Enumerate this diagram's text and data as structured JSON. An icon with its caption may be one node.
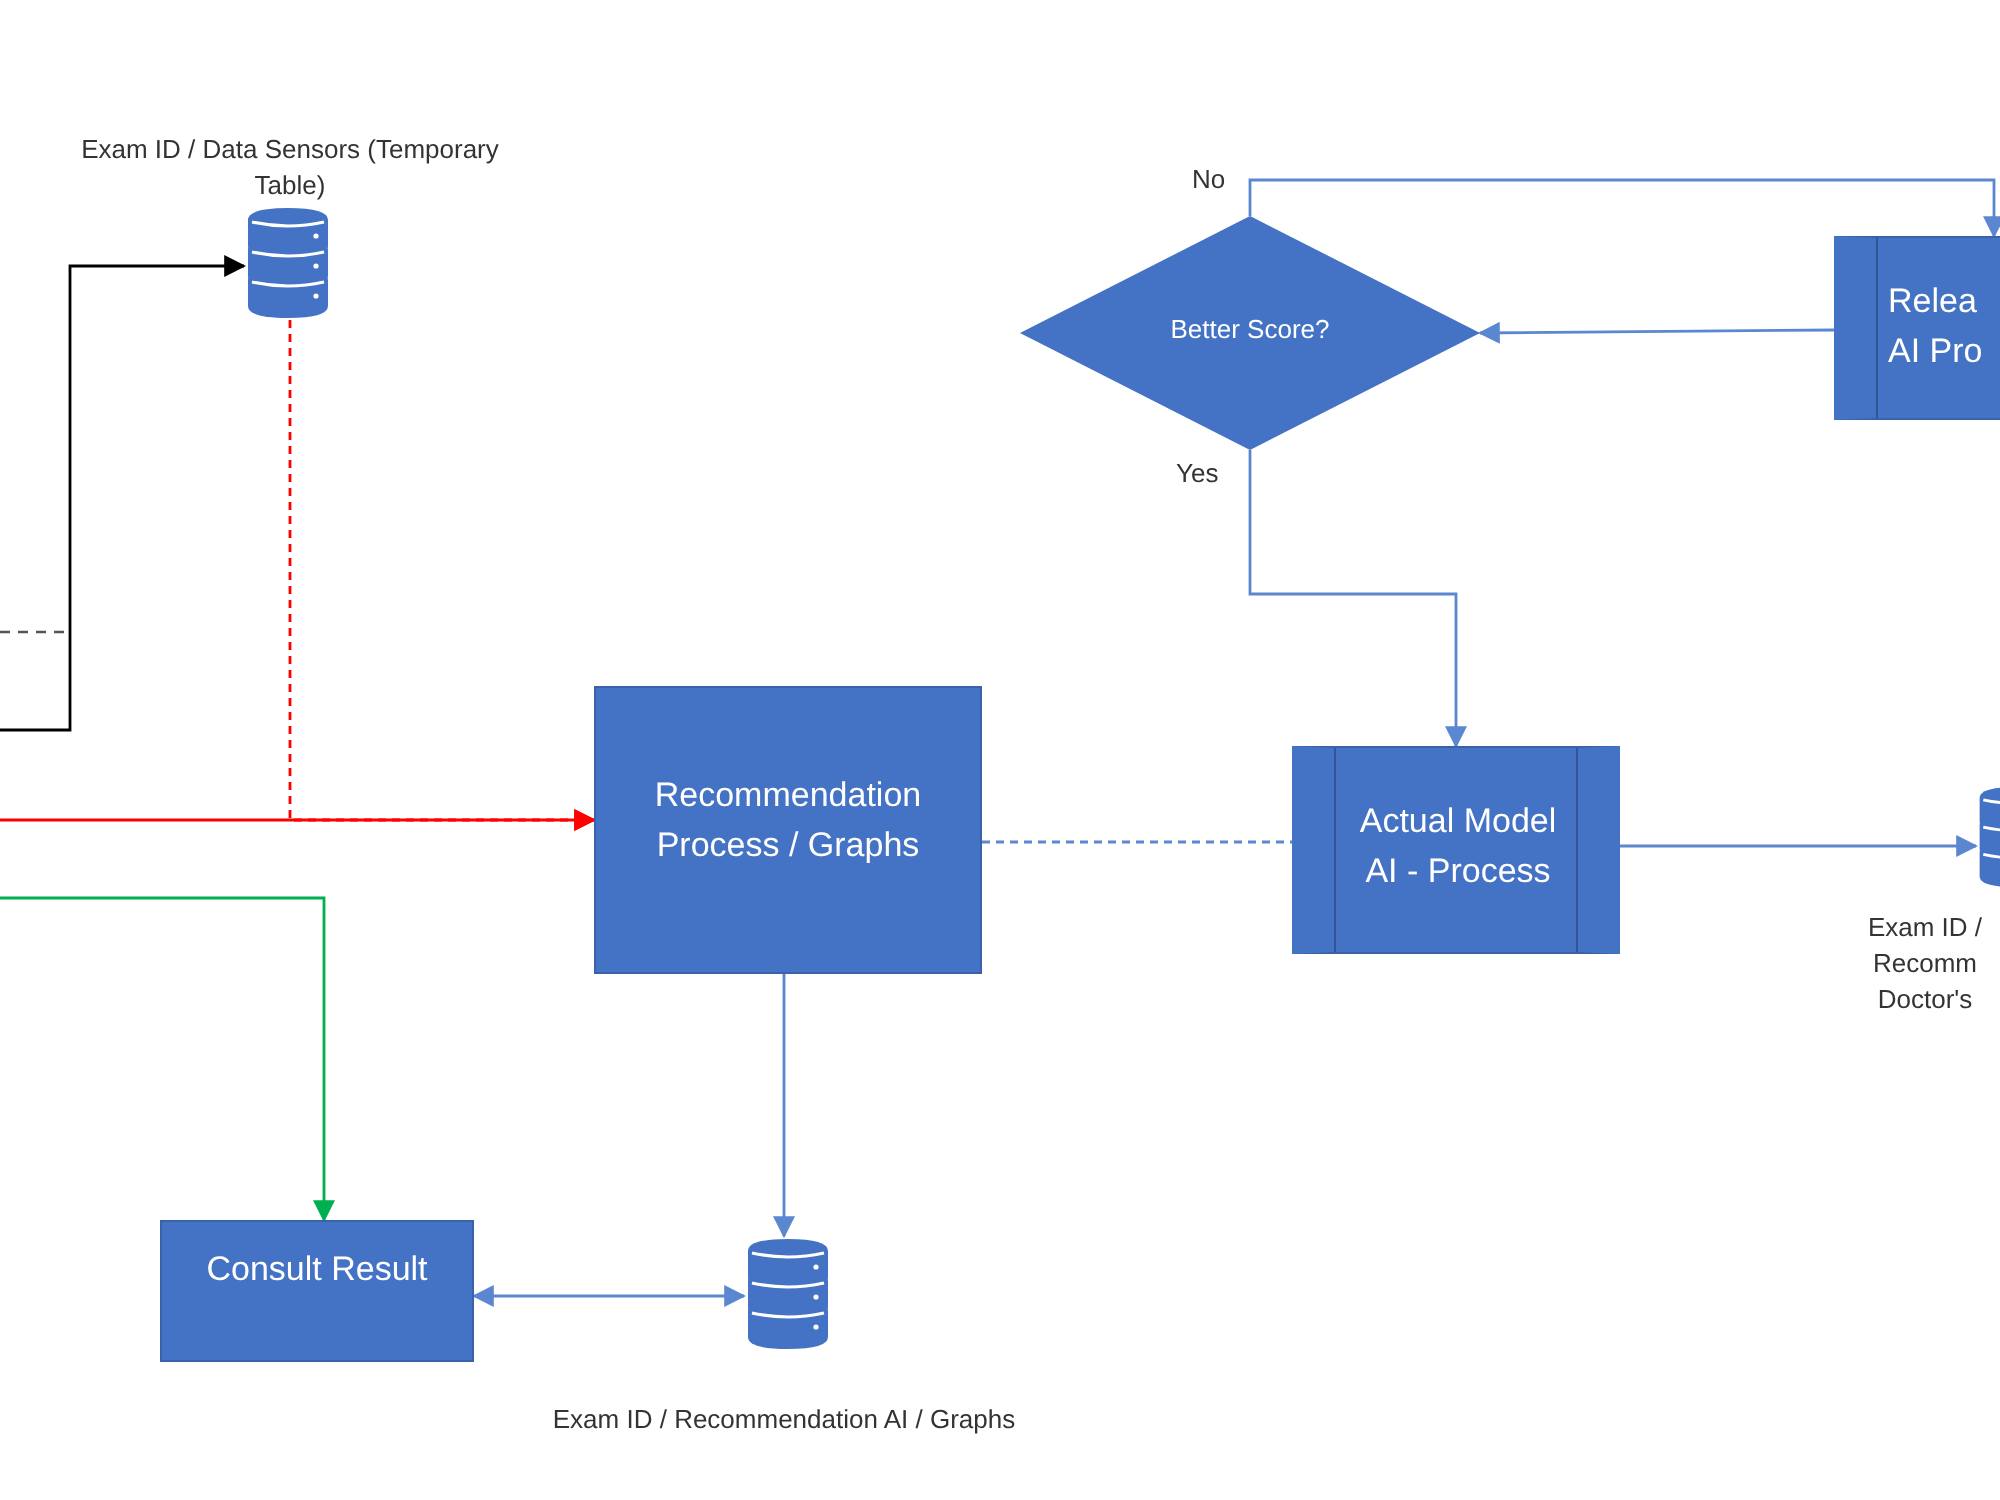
{
  "diagram": {
    "nodes": [
      {
        "text": [
          "Exam ID / Data Sensors (Temporary Table)"
        ]
      },
      {
        "text": [
          "Better Score?"
        ]
      },
      {
        "text": [
          "Relea AI Pro"
        ]
      },
      {
        "text": [
          "Recommendation Process / Graphs"
        ]
      },
      {
        "text": [
          "Actual Model AI - Process"
        ]
      },
      {
        "text": [
          "Exam ID / Recomm Doctor's"
        ]
      },
      {
        "text": [
          "Consult Result"
        ]
      },
      {
        "text": [
          "Exam ID / Recommendation AI / Graphs"
        ]
      }
    ],
    "edges": [
      {
        "from": null,
        "to": 0,
        "arrow": "to",
        "color": "#000000"
      },
      {
        "from": 0,
        "to": 3,
        "arrow": "to",
        "style": "dashed",
        "color": "#ff0000"
      },
      {
        "from": null,
        "to": 3,
        "arrow": "to",
        "color": "#ff0000"
      },
      {
        "from": null,
        "to": 6,
        "arrow": "to",
        "color": "#00b050"
      },
      {
        "from": 1,
        "to": 2,
        "arrow": "to",
        "label": "No"
      },
      {
        "from": 2,
        "to": 1,
        "arrow": "to"
      },
      {
        "from": 1,
        "to": 4,
        "arrow": "to",
        "label": "Yes"
      },
      {
        "from": 3,
        "to": 4,
        "arrow": "none",
        "style": "dashed"
      },
      {
        "from": 4,
        "to": 5,
        "arrow": "to"
      },
      {
        "from": 3,
        "to": 7,
        "arrow": "to"
      },
      {
        "from": 6,
        "to": 7,
        "arrow": "both"
      }
    ]
  }
}
